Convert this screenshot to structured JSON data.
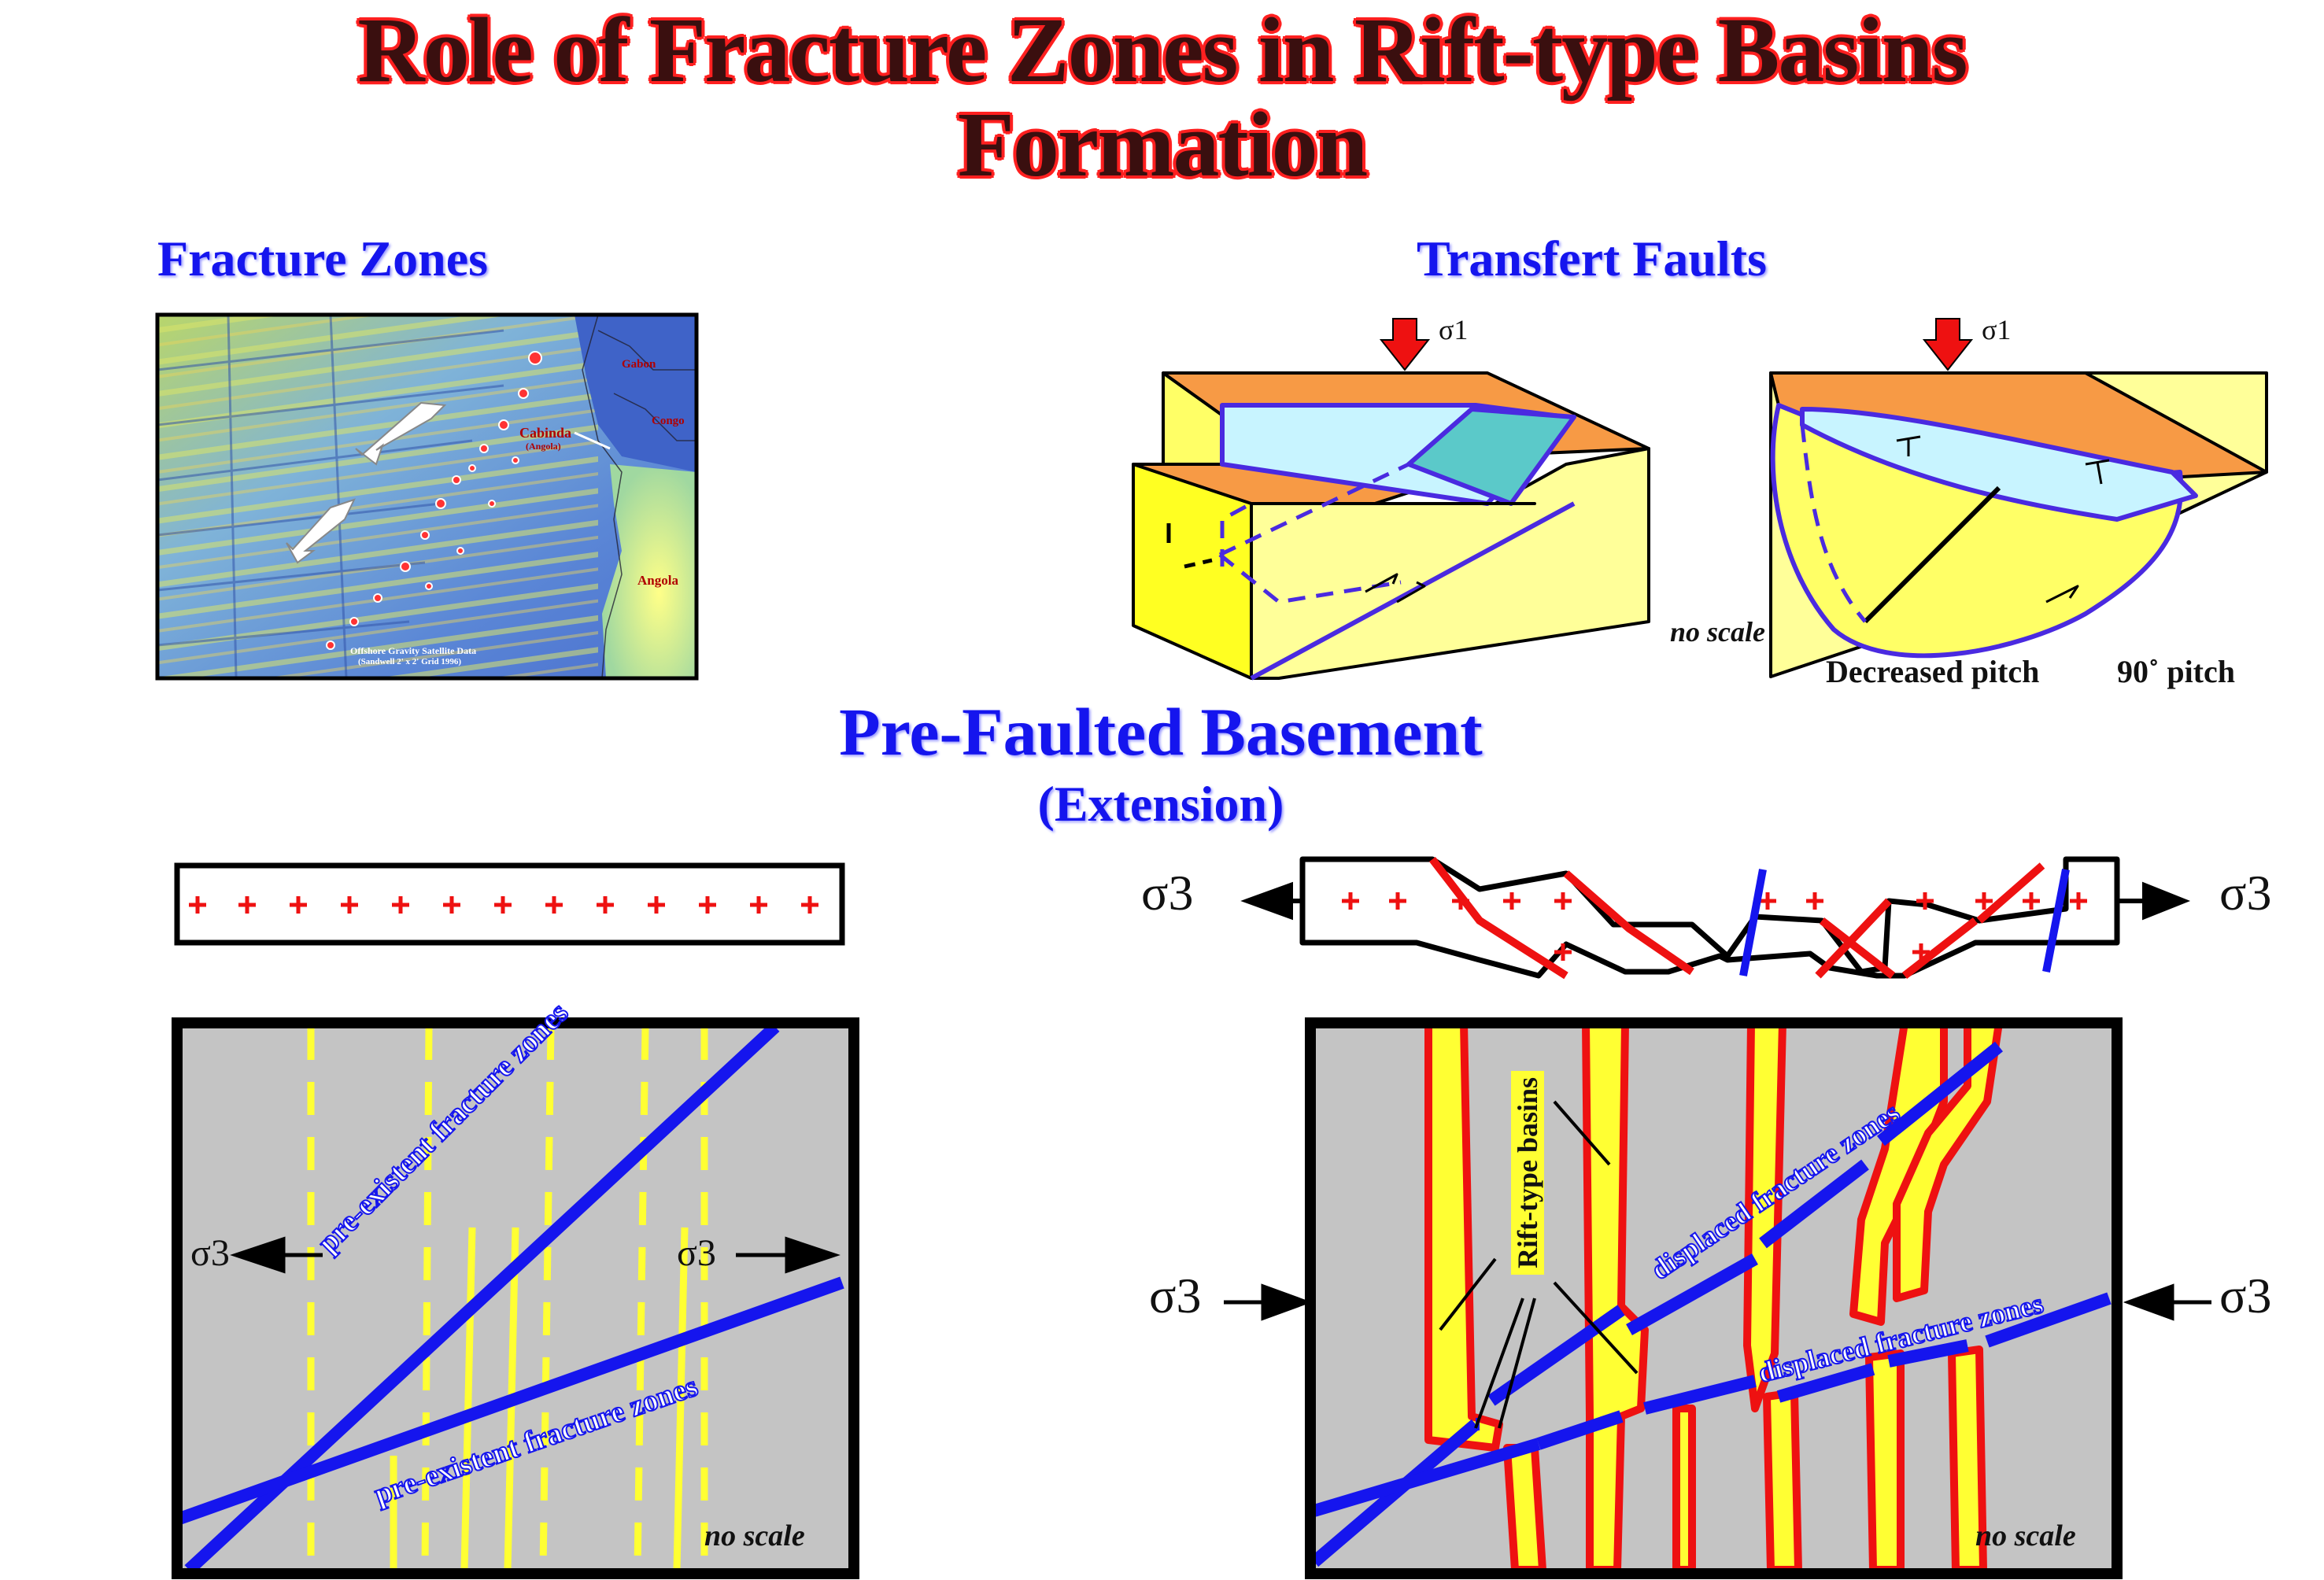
{
  "title": {
    "line1": "Role of Fracture Zones in Rift-type Basins",
    "line2": "Formation"
  },
  "sections": {
    "fracture_zones": "Fracture Zones",
    "transfert_faults": "Transfert Faults",
    "prefaulted": "Pre-Faulted Basement",
    "extension": "(Extension)"
  },
  "map": {
    "labels": {
      "gabon": "Gabon",
      "congo": "Congo",
      "cabinda": "Cabinda",
      "cabinda_sub": "(Angola)",
      "angola": "Angola",
      "caption1": "Offshore Gravity Satellite Data",
      "caption2": "(Sandwell 2' x 2' Grid 1996)"
    }
  },
  "transfert": {
    "sigma1_left": "σ1",
    "sigma1_right": "σ1",
    "no_scale": "no scale",
    "decreased_pitch": "Decreased pitch",
    "pitch_90": "90˚ pitch"
  },
  "basement": {
    "sigma3_left": "σ3",
    "sigma3_right": "σ3",
    "left_panel": {
      "sigma3_left": "σ3",
      "sigma3_right": "σ3",
      "fz_label_1": "pre-existent fracture zones",
      "fz_label_2": "pre-existent fracture zones",
      "no_scale": "no scale"
    },
    "right_panel": {
      "sigma3_left": "σ3",
      "sigma3_right": "σ3",
      "rift_label": "Rift-type basins",
      "displaced_1": "displaced fracture zones",
      "displaced_2": "displaced fracture zones",
      "no_scale": "no scale"
    }
  },
  "colors": {
    "fault_blue": "#1515ee",
    "rift_yellow": "#ffff33",
    "rift_red": "#ee1111",
    "panel_gray": "#c4c4c4",
    "block_yellow": "#ffff99",
    "block_orange": "#f79a45",
    "water_cyan": "#c8f4ff"
  }
}
